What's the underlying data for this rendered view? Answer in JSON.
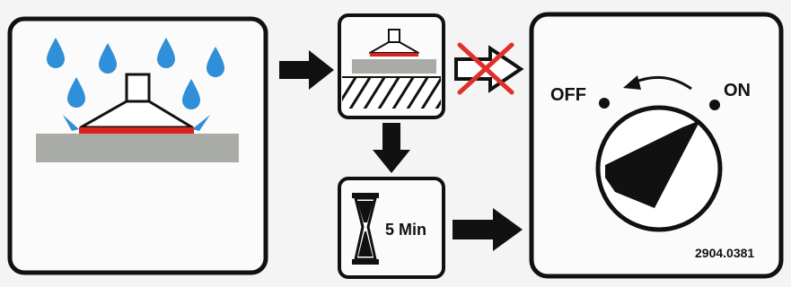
{
  "panels": {
    "application": {
      "icon": "water-drops-on-suction-cup"
    },
    "placement": {
      "icon": "suction-cup-on-hatched-surface"
    },
    "wait": {
      "icon": "hourglass",
      "label": "5 Min"
    },
    "switch": {
      "icon": "rotary-switch",
      "off_label": "OFF",
      "on_label": "ON",
      "code": "2904.0381"
    }
  },
  "colors": {
    "drop": "#2f8fd8",
    "seal": "#d8231f",
    "surface": "#a9aca6",
    "cross": "#e0302a",
    "ink": "#111111"
  }
}
